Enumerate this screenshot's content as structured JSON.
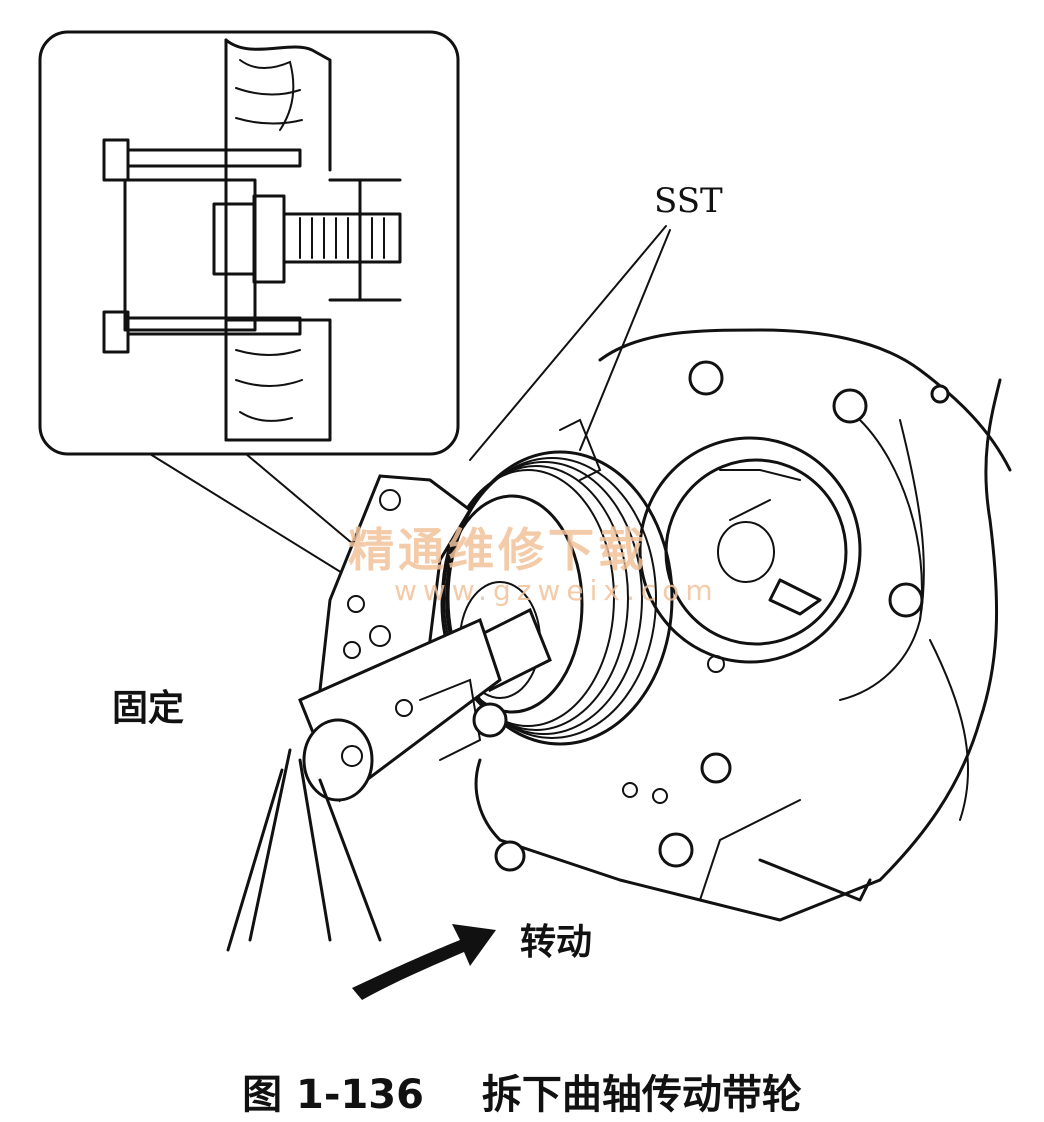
{
  "labels": {
    "sst": "SST",
    "fixed": "固定",
    "rotate": "转动"
  },
  "watermark": {
    "text": "精通维修下载",
    "url": "www.gzweix.com"
  },
  "caption": {
    "number": "图 1-136",
    "title": "拆下曲轴传动带轮"
  },
  "icons": {
    "rotation_arrow": "curved-arrow-right-icon"
  },
  "colors": {
    "line": "#111111",
    "watermark": "#f2c29b",
    "background": "#ffffff"
  }
}
